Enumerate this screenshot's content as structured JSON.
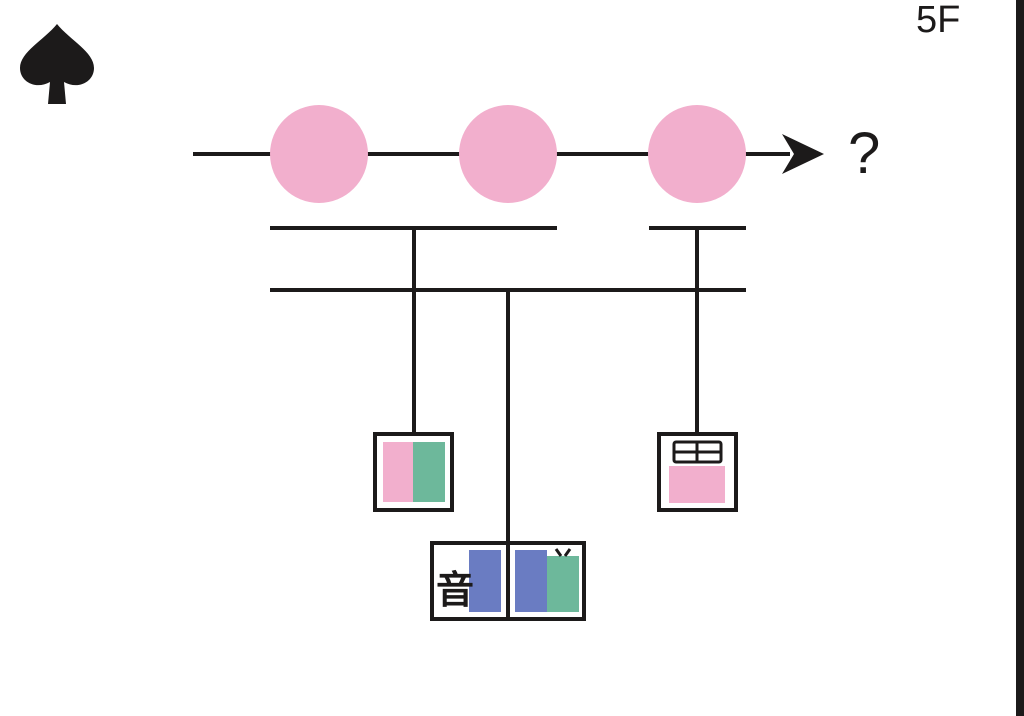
{
  "floor_label": "5F",
  "sequence_question": "?",
  "suit_icon": "spade-icon",
  "nodes_count": 3,
  "card_left": {
    "icon": "color-card-icon",
    "colors": [
      "#f2afcd",
      "#6db89b"
    ]
  },
  "card_right": {
    "icon": "drawer-card-icon",
    "colors": [
      "#f2afcd"
    ]
  },
  "card_bottom": {
    "icon": "sound-tv-card-icon",
    "char": "音",
    "colors": [
      "#6a7cc2",
      "#6a7cc2",
      "#6db89b"
    ]
  },
  "colors": {
    "pink": "#f2afcd",
    "green": "#6db89b",
    "blue": "#6a7cc2",
    "ink": "#1c1a1a"
  }
}
